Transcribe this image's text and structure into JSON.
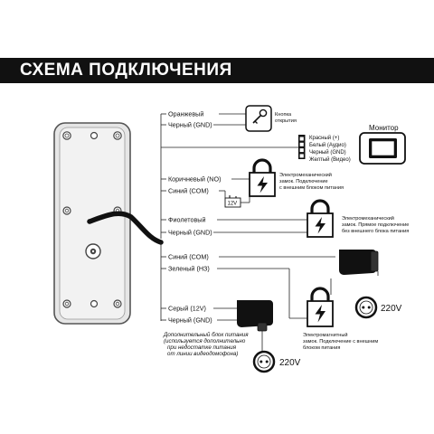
{
  "title": "СХЕМА ПОДКЛЮЧЕНИЯ",
  "wires": {
    "orange": "Оранжевый",
    "black_gnd_1": "Черный (GND)",
    "brown_no": "Коричневый (NO)",
    "blue_com_1": "Синий (COM)",
    "violet": "Фиолетовый",
    "black_gnd_2": "Черный (GND)",
    "blue_com_2": "Синий (COM)",
    "green_nc": "Зеленый (НЗ)",
    "gray_12v": "Серый (12V)",
    "black_gnd_3": "Черный (GND)"
  },
  "button": {
    "label_1": "Кнопка",
    "label_2": "открытия"
  },
  "monitor": {
    "label": "Монитор",
    "connector_pins": [
      "Красный (+)",
      "Белый (Аудио)",
      "Черный (GND)",
      "Желтый (Видео)"
    ]
  },
  "lock_external": {
    "label_1": "Электромеханический",
    "label_2": "замок. Подключение",
    "label_3": "с внешним блоком питания",
    "battery": "12V"
  },
  "lock_direct": {
    "label_1": "Электромеханический",
    "label_2": "замок. Прямое подключение",
    "label_3": "без внешнего блока питания"
  },
  "lock_magnetic": {
    "label_1": "Электромагнитный",
    "label_2": "замок. Подключение с внешним",
    "label_3": "блоком питания"
  },
  "aux_power": {
    "label_1": "Дополнительный блок питания",
    "label_2": "(используется дополнительно",
    "label_3": "при недостатке питания",
    "label_4": "от линии видеодомофона)"
  },
  "outlet_1": "220V",
  "outlet_2": "220V"
}
